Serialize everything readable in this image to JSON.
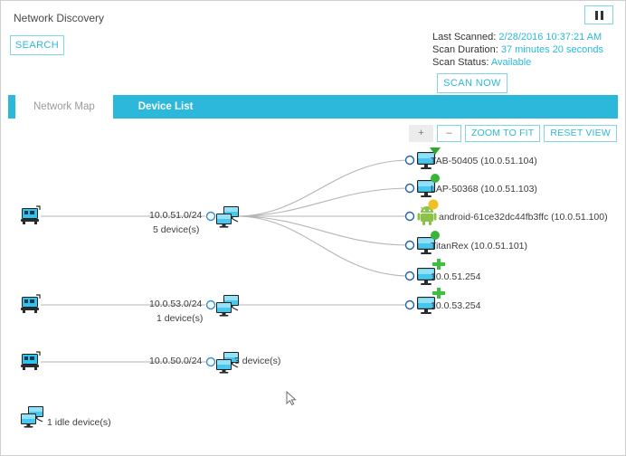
{
  "window": {
    "title": "Network Discovery"
  },
  "header": {
    "search_label": "SEARCH",
    "pause_icon": "pause-icon",
    "scan": {
      "last_scanned_label": "Last Scanned:",
      "last_scanned_value": "2/28/2016 10:37:21 AM",
      "scan_duration_label": "Scan Duration:",
      "scan_duration_value": "37 minutes 20 seconds",
      "scan_status_label": "Scan Status:",
      "scan_status_value": "Available",
      "scan_now_label": "SCAN NOW"
    }
  },
  "tabs": [
    {
      "label": "Network Map",
      "active": true
    },
    {
      "label": "Device List",
      "active": false
    }
  ],
  "map_toolbar": {
    "zoom_in_label": "+",
    "zoom_out_label": "–",
    "zoom_to_fit_label": "ZOOM TO FIT",
    "reset_view_label": "RESET VIEW"
  },
  "map": {
    "networks": [
      {
        "subnet": "10.0.51.0/24",
        "device_count_label": "5 device(s)",
        "router_icon": "router-icon",
        "cluster_icon": "device-cluster-icon"
      },
      {
        "subnet": "10.0.53.0/24",
        "device_count_label": "1 device(s)",
        "router_icon": "router-icon",
        "cluster_icon": "device-cluster-icon"
      },
      {
        "subnet": "10.0.50.0/24",
        "device_count_label": "3 device(s)",
        "router_icon": "router-icon",
        "cluster_icon": "device-cluster-icon"
      }
    ],
    "devices": [
      {
        "label": "TAB-50405 (10.0.51.104)",
        "icon": "monitor-icon",
        "badge": "green-chevron-badge",
        "badge_color": "#2fa82f"
      },
      {
        "label": "LAP-50368 (10.0.51.103)",
        "icon": "monitor-icon",
        "badge": "green-dot-badge",
        "badge_color": "#39b339"
      },
      {
        "label": "android-61ce32dc44fb3ffc (10.0.51.100)",
        "icon": "android-icon",
        "badge": "yellow-dot-badge",
        "badge_color": "#f0c020"
      },
      {
        "label": "TitanRex (10.0.51.101)",
        "icon": "monitor-icon",
        "badge": "green-dot-badge",
        "badge_color": "#39b339"
      },
      {
        "label": "10.0.51.254",
        "icon": "monitor-icon",
        "badge": "green-plus-badge",
        "badge_color": "#3fbf3f"
      },
      {
        "label": "10.0.53.254",
        "icon": "monitor-icon",
        "badge": "green-plus-badge",
        "badge_color": "#3fbf3f"
      }
    ],
    "idle_legend": {
      "label": "1 idle device(s)",
      "icon": "device-cluster-icon"
    }
  },
  "colors": {
    "accent": "#2cb8da",
    "accent_light": "#7fd4ea",
    "text": "#3d3d3d",
    "edge": "#b5b5b5",
    "port": "#1f62b0"
  }
}
